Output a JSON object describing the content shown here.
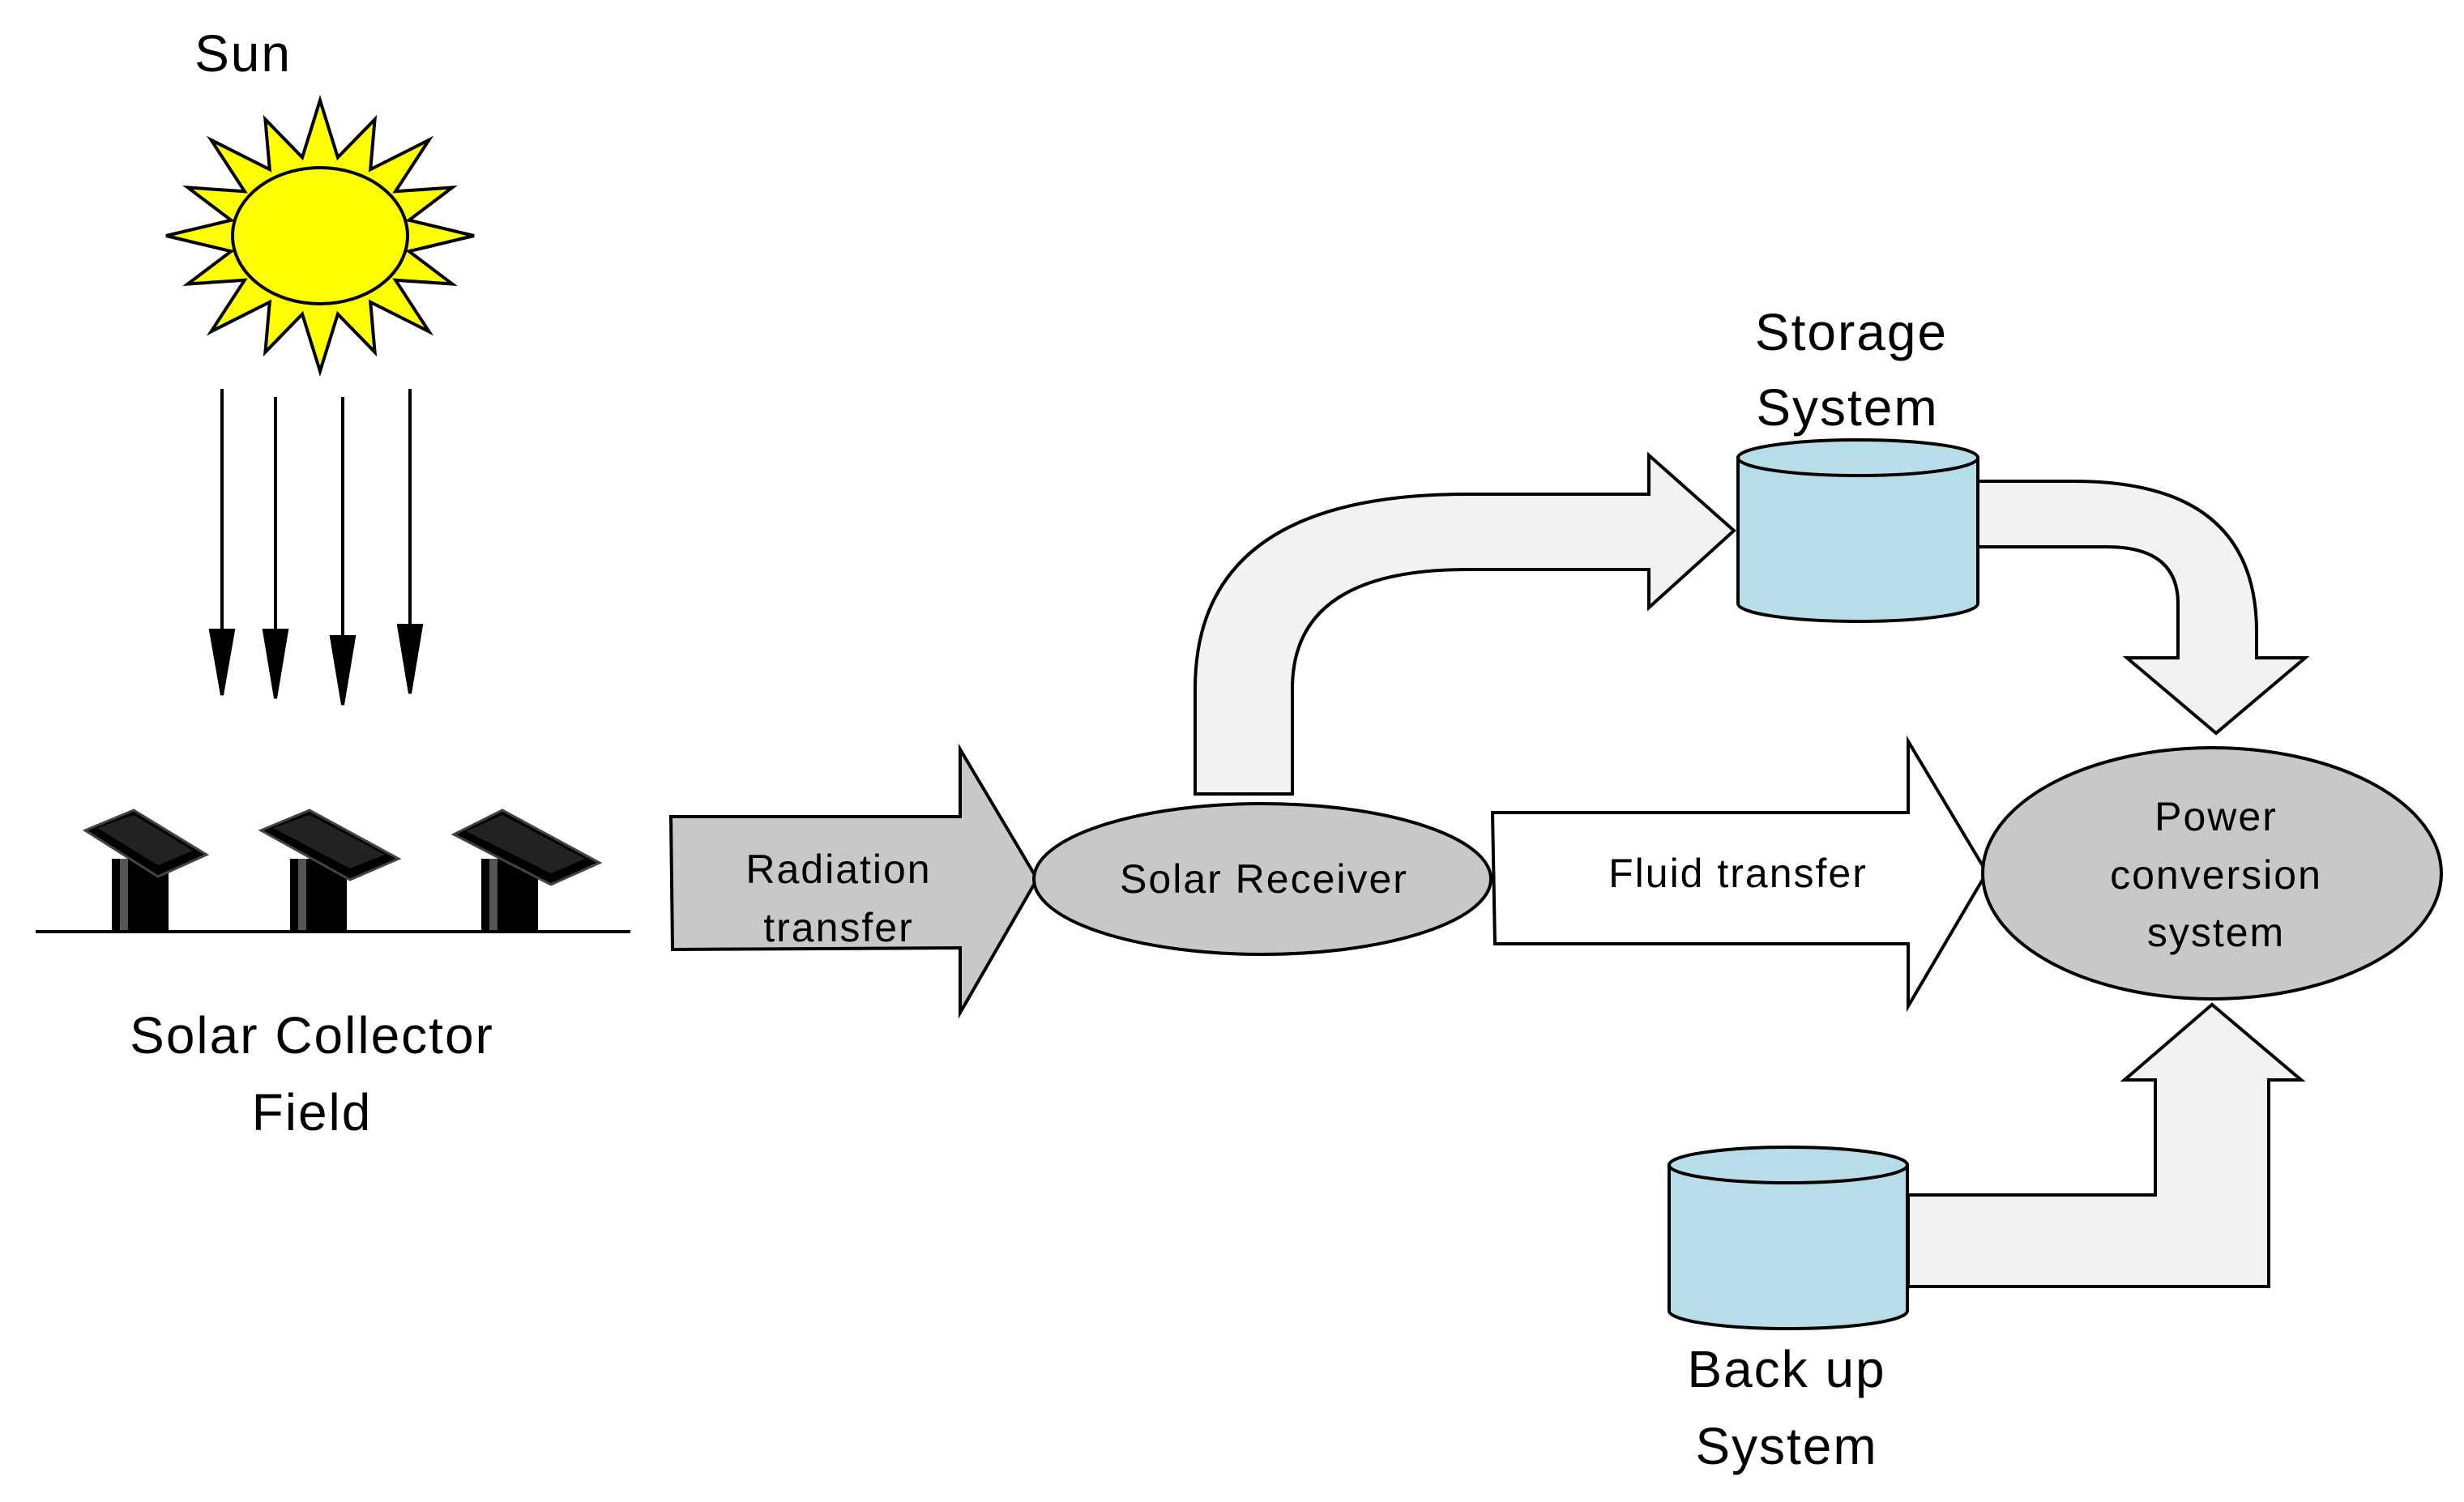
{
  "labels": {
    "sun": "Sun",
    "collector_line1": "Solar Collector",
    "collector_line2": "Field",
    "radiation_line1": "Radiation",
    "radiation_line2": "transfer",
    "receiver": "Solar Receiver",
    "fluid": "Fluid transfer",
    "storage_line1": "Storage",
    "storage_line2": "System",
    "power_line1": "Power",
    "power_line2": "conversion",
    "power_line3": "system",
    "backup_line1": "Back up",
    "backup_line2": "System"
  },
  "colors": {
    "sun_fill": "#ffff00",
    "shape_gray": "#c8c8c8",
    "arrow_light": "#f2f2f2",
    "tank_fill": "#b7dde8",
    "stroke": "#000000"
  }
}
